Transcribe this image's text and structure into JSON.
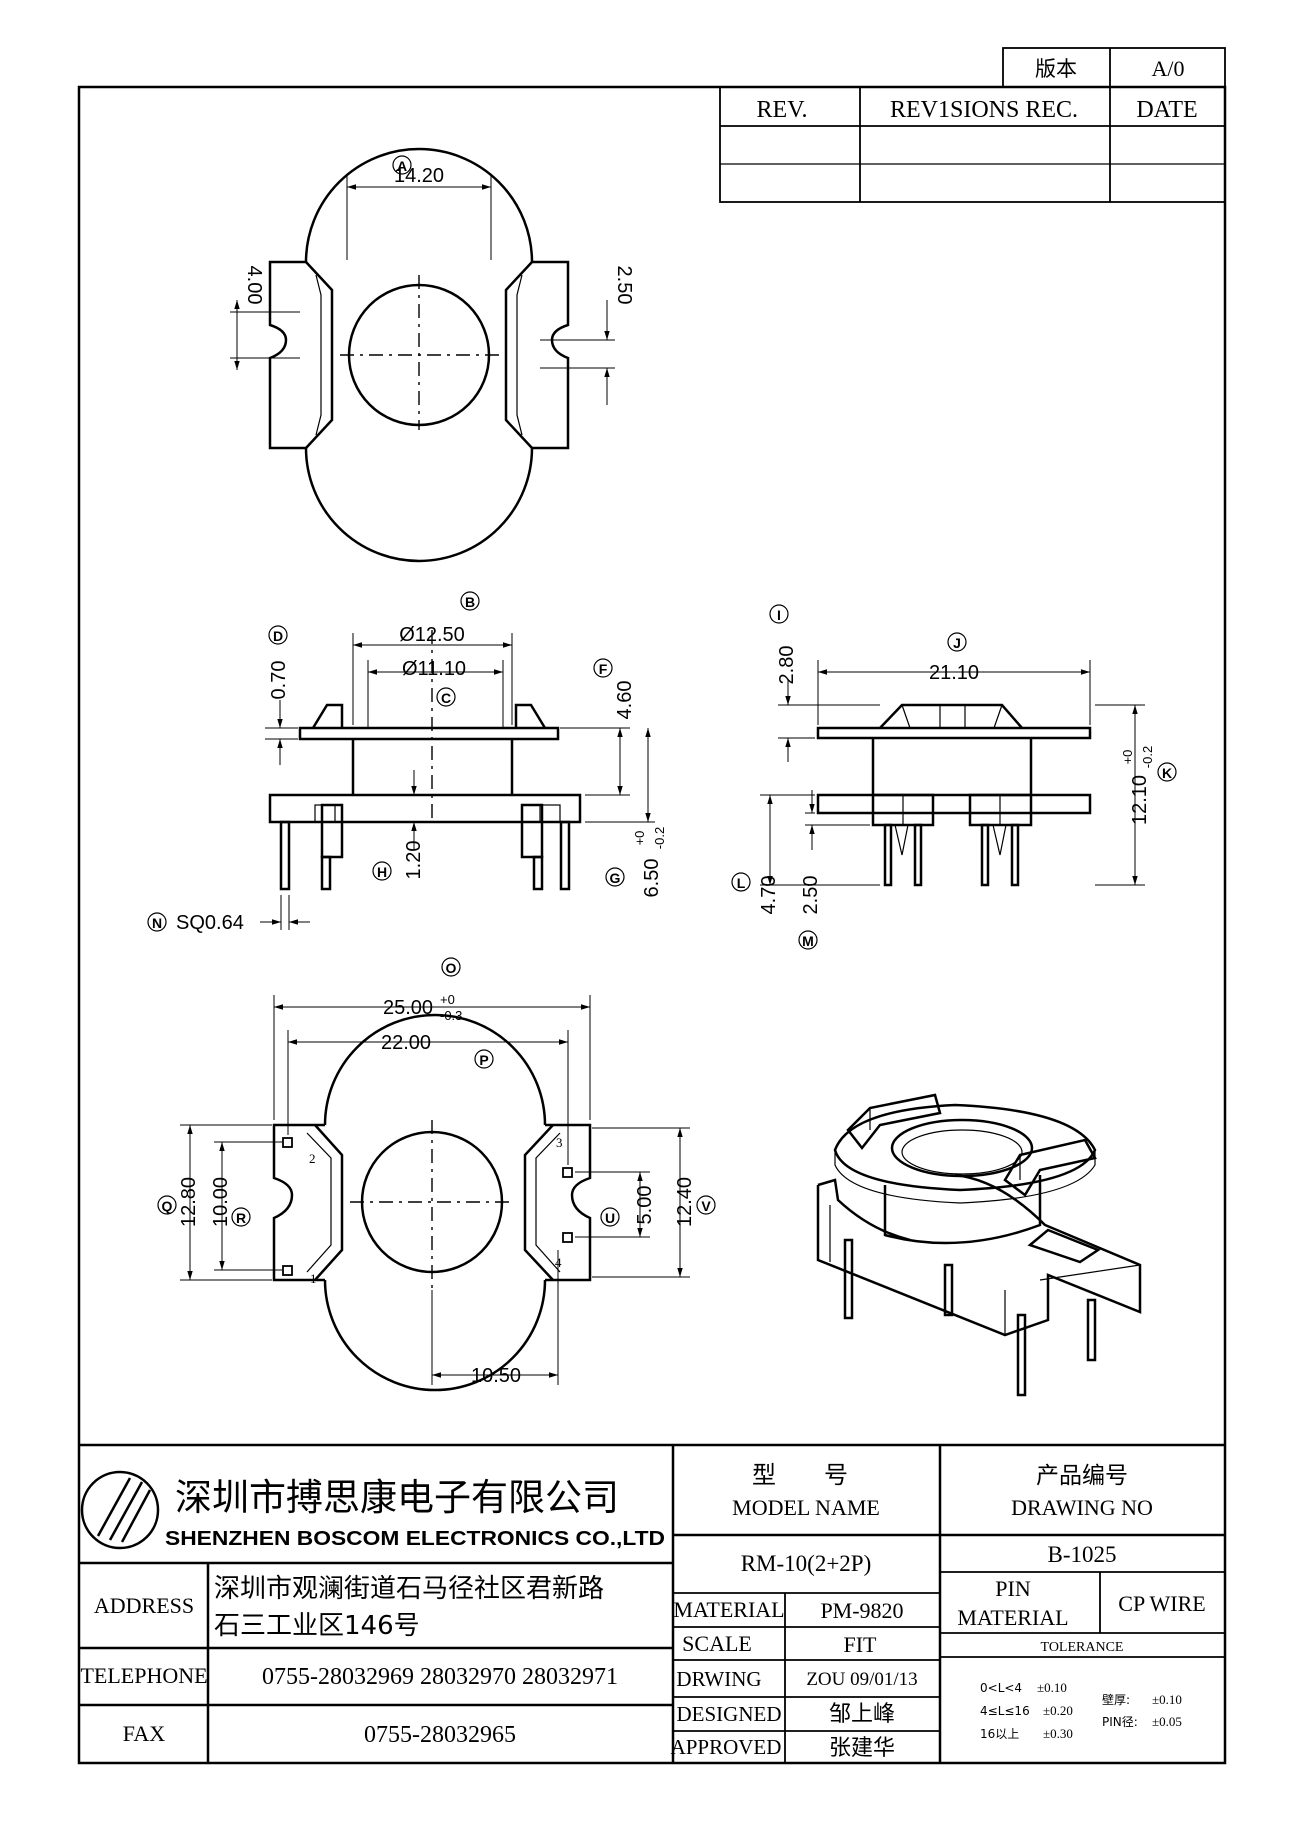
{
  "revision_block": {
    "version_label": "版本",
    "version_value": "A/0",
    "rev_header": "REV.",
    "revisions_header": "REV1SIONS REC.",
    "date_header": "DATE"
  },
  "views": {
    "top_view": {
      "label": "A",
      "dim_width": "14.20",
      "dim_left": "4.00",
      "dim_right": "2.50"
    },
    "front_view": {
      "label_b": "B",
      "label_c": "C",
      "label_d": "D",
      "label_f": "F",
      "label_g": "G",
      "label_h": "H",
      "label_n": "N",
      "dim_outer_dia": "Ø12.50",
      "dim_inner_dia": "Ø11.10",
      "dim_flange": "0.70",
      "dim_height_f": "4.60",
      "dim_base": "1.20",
      "dim_total_g": "6.50",
      "dim_total_g_tol_upper": "+0",
      "dim_total_g_tol_lower": "-0.2",
      "dim_pin": "SQ0.64"
    },
    "side_view": {
      "label_i": "I",
      "label_j": "J",
      "label_k": "K",
      "label_l": "L",
      "label_m": "M",
      "dim_top": "2.80",
      "dim_width": "21.10",
      "dim_height_k": "12.10",
      "dim_height_k_tol_upper": "+0",
      "dim_height_k_tol_lower": "-0.2",
      "dim_l": "4.70",
      "dim_m": "2.50"
    },
    "bottom_view": {
      "label_o": "O",
      "label_p": "P",
      "label_q": "Q",
      "label_r": "R",
      "label_u": "U",
      "label_v": "V",
      "dim_overall": "25.00",
      "dim_overall_tol_upper": "+0",
      "dim_overall_tol_lower": "-0.3",
      "dim_pitch": "22.00",
      "dim_q": "12.80",
      "dim_r": "10.00",
      "dim_u": "5.00",
      "dim_v": "12.40",
      "dim_bottom": "10.50",
      "pins": [
        "1",
        "2",
        "3",
        "4"
      ]
    }
  },
  "title_block": {
    "company_cn": "深圳市搏思康电子有限公司",
    "company_en": "SHENZHEN BOSCOM ELECTRONICS CO.,LTD",
    "address_label": "ADDRESS",
    "address_line1": "深圳市观澜街道石马径社区君新路",
    "address_line2": "石三工业区146号",
    "telephone_label": "TELEPHONE",
    "telephone_value": "0755-28032969 28032970 28032971",
    "fax_label": "FAX",
    "fax_value": "0755-28032965",
    "model_label_cn": "型　　号",
    "model_label_en": "MODEL NAME",
    "model_value": "RM-10(2+2P)",
    "drawing_no_label_cn": "产品编号",
    "drawing_no_label_en": "DRAWING NO",
    "drawing_no_value": "B-1025",
    "material_label": "MATERIAL",
    "material_value": "PM-9820",
    "scale_label": "SCALE",
    "scale_value": "FIT",
    "drwing_label": "DRWING",
    "drwing_value": "ZOU 09/01/13",
    "designed_label": "DESIGNED",
    "designed_value": "邹上峰",
    "approved_label": "APPROVED",
    "approved_value": "张建华",
    "pin_material_label_1": "PIN",
    "pin_material_label_2": "MATERIAL",
    "pin_material_value": "CP WIRE",
    "tolerance_label": "TOLERANCE",
    "tolerance_rows": [
      {
        "range": "0<L<4",
        "value": "±0.10"
      },
      {
        "range": "4≤L≤16",
        "value": "±0.20"
      },
      {
        "range": "16以上",
        "value": "±0.30"
      }
    ],
    "wall_label": "壁厚:",
    "wall_value": "±0.10",
    "pin_dia_label": "PIN径:",
    "pin_dia_value": "±0.05"
  }
}
